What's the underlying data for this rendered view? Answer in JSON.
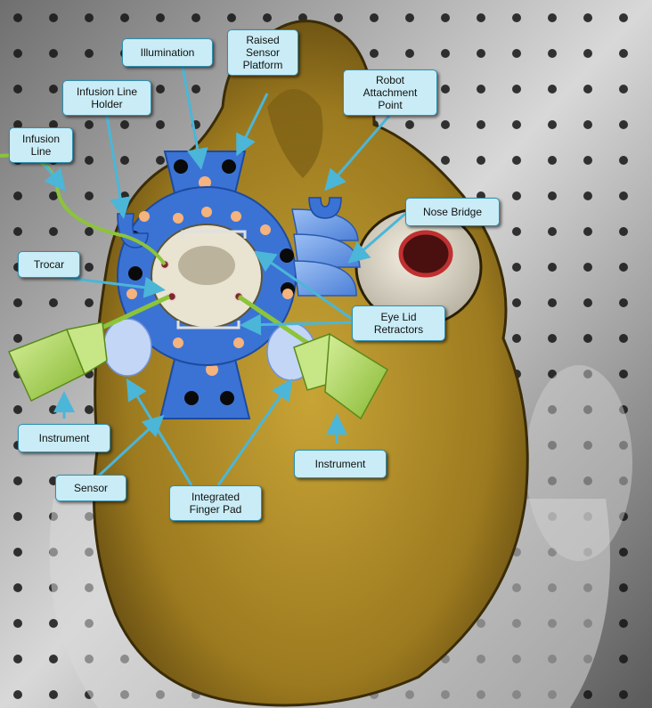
{
  "labels": {
    "illumination": "Illumination",
    "raised_sensor_platform": "Raised\nSensor\nPlatform",
    "robot_attachment_point": "Robot\nAttachment\nPoint",
    "infusion_line_holder": "Infusion Line\nHolder",
    "infusion_line": "Infusion\nLine",
    "nose_bridge": "Nose Bridge",
    "trocar": "Trocar",
    "eye_lid_retractors": "Eye Lid\nRetractors",
    "instrument_left": "Instrument",
    "instrument_right": "Instrument",
    "sensor": "Sensor",
    "integrated_finger_pad": "Integrated\nFinger Pad"
  },
  "colors": {
    "label_fill": "#c9ecf6",
    "label_border": "#2f8fb0",
    "arrow": "#4bb6d8",
    "device_blue": "#3b73d4",
    "led_orange": "#f5b37e",
    "instrument_green": "#a9d35a",
    "infusion_line_green": "#8cc43a",
    "head_yellow": "#c9a83a",
    "pegboard": "#3a3a3a"
  }
}
